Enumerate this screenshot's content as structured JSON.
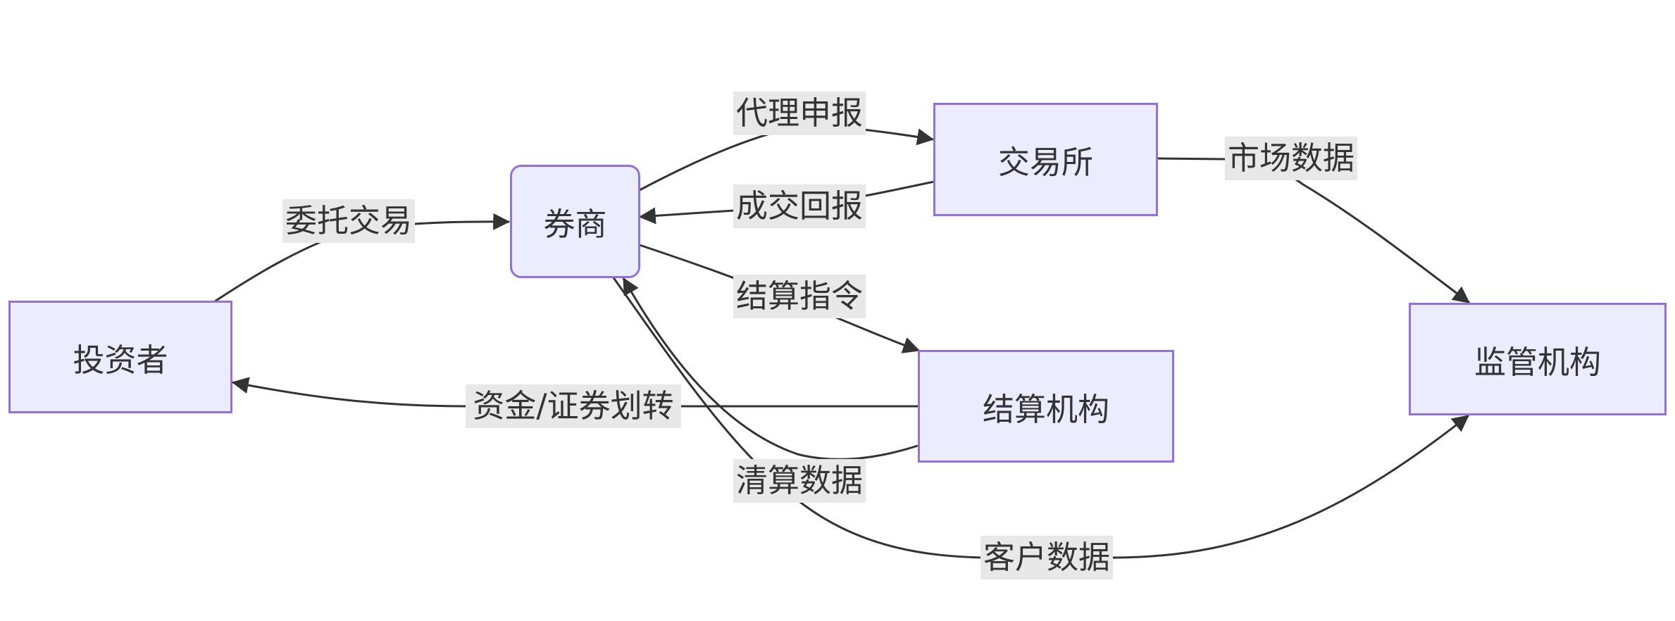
{
  "diagram": {
    "nodes": {
      "investor": "投资者",
      "broker": "券商",
      "exchange": "交易所",
      "clearing": "结算机构",
      "regulator": "监管机构"
    },
    "edges": {
      "entrust_trade": "委托交易",
      "agent_declare": "代理申报",
      "trade_report": "成交回报",
      "settle_instruction": "结算指令",
      "funds_transfer": "资金/证券划转",
      "clearing_data": "清算数据",
      "market_data": "市场数据",
      "customer_data": "客户数据"
    },
    "colors": {
      "node_fill": "#ECECFF",
      "node_border": "#9370DB",
      "edge": "#333333",
      "edge_label_bg": "#e8e8e8"
    }
  }
}
